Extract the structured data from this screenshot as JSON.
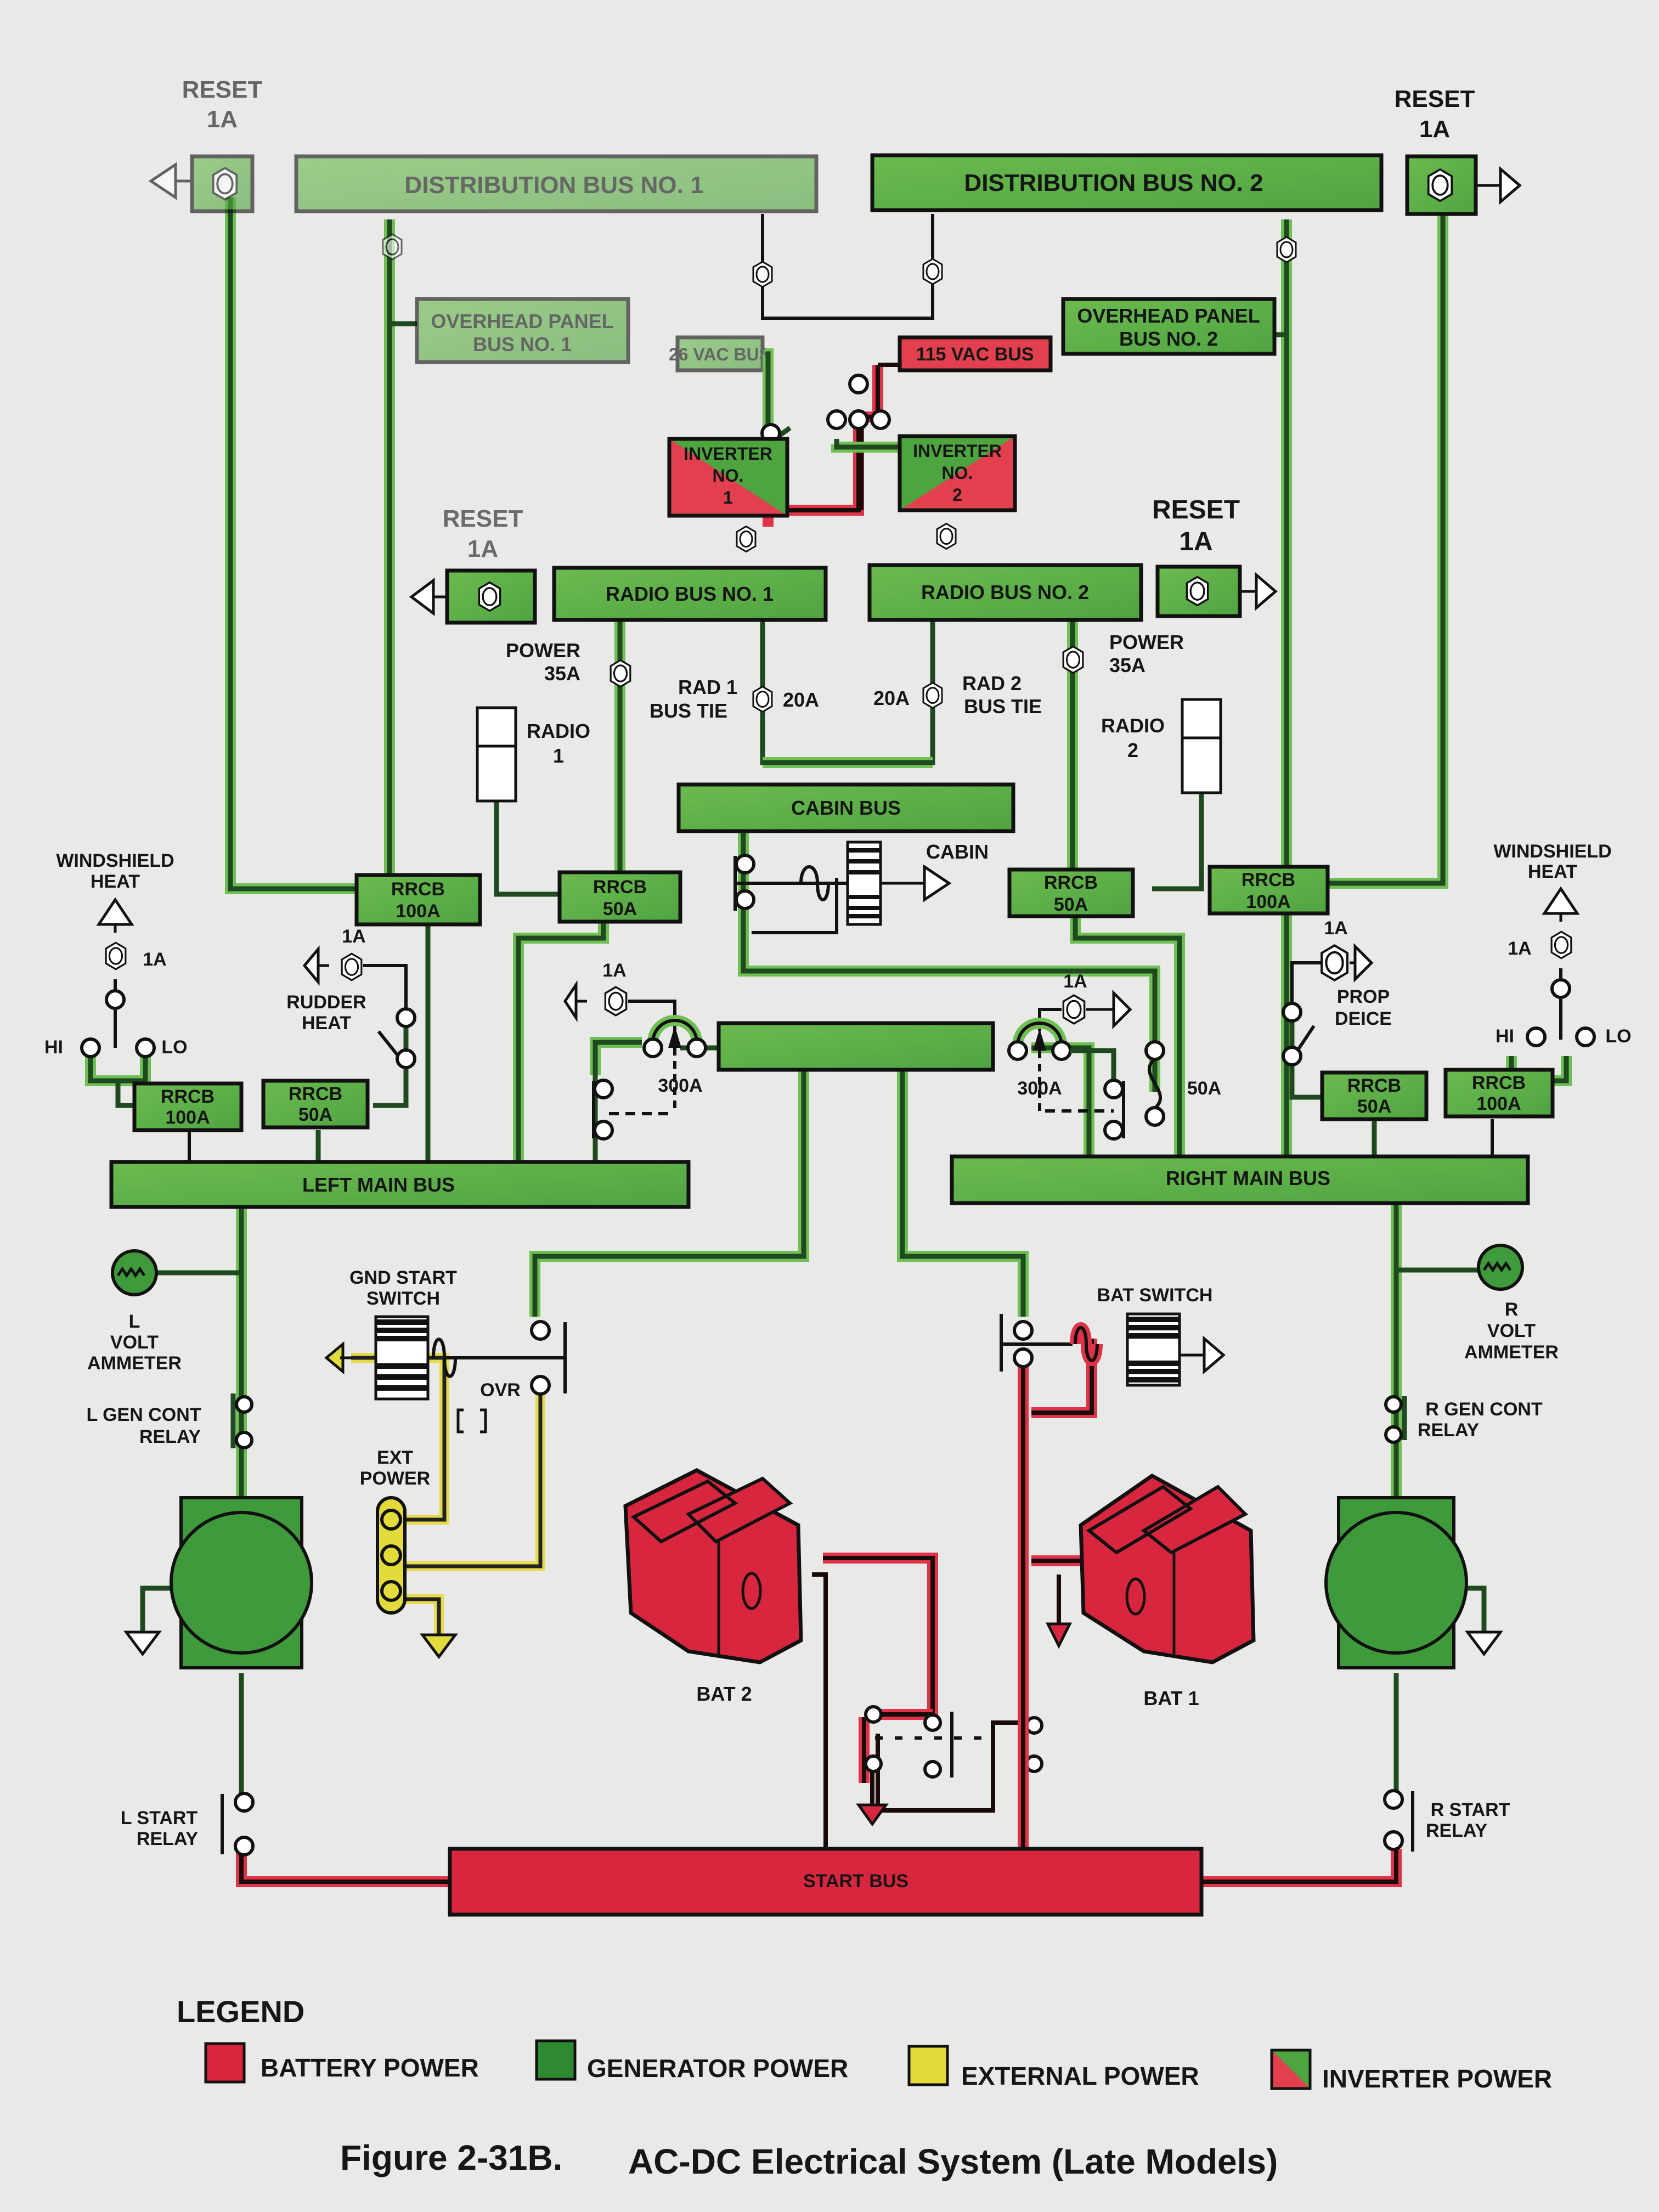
{
  "colors": {
    "generator": "#3f9a3c",
    "generator_light": "#63b34a",
    "battery": "#d8263e",
    "external": "#e3db3c",
    "background": "#e9e9e7",
    "text": "#161616"
  },
  "top": {
    "reset_left": {
      "line1": "RESET",
      "line2": "1A"
    },
    "reset_right": {
      "line1": "RESET",
      "line2": "1A"
    },
    "dist_bus_1": "DISTRIBUTION BUS NO. 1",
    "dist_bus_2": "DISTRIBUTION BUS NO. 2",
    "overhead_1": {
      "line1": "OVERHEAD PANEL",
      "line2": "BUS NO. 1"
    },
    "overhead_2": {
      "line1": "OVERHEAD PANEL",
      "line2": "BUS NO. 2"
    },
    "vac26_bus": "26 VAC BUS",
    "vac115_bus": "115 VAC BUS",
    "inverter_1": {
      "line1": "INVERTER",
      "line2": "NO.",
      "line3": "1"
    },
    "inverter_2": {
      "line1": "INVERTER",
      "line2": "NO.",
      "line3": "2"
    }
  },
  "radio": {
    "reset_left": {
      "line1": "RESET",
      "line2": "1A"
    },
    "reset_right": {
      "line1": "RESET",
      "line2": "1A"
    },
    "radio_bus_1": "RADIO BUS NO. 1",
    "radio_bus_2": "RADIO BUS NO. 2",
    "power_left": {
      "line1": "POWER",
      "line2": "35A"
    },
    "power_right": {
      "line1": "POWER",
      "line2": "35A"
    },
    "rad1_tie": {
      "line1": "RAD 1",
      "line2": "BUS TIE",
      "amps": "20A"
    },
    "rad2_tie": {
      "line1": "RAD 2",
      "line2": "BUS TIE",
      "amps": "20A"
    },
    "radio_1": {
      "line1": "RADIO",
      "line2": "1"
    },
    "radio_2": {
      "line1": "RADIO",
      "line2": "2"
    }
  },
  "cabin": {
    "bus": "CABIN BUS",
    "switch_label": "CABIN"
  },
  "rrcb": {
    "left_upper_100": {
      "line1": "RRCB",
      "line2": "100A"
    },
    "left_upper_50": {
      "line1": "RRCB",
      "line2": "50A"
    },
    "right_upper_50": {
      "line1": "RRCB",
      "line2": "50A"
    },
    "right_upper_100": {
      "line1": "RRCB",
      "line2": "100A"
    },
    "left_lower_100": {
      "line1": "RRCB",
      "line2": "100A"
    },
    "left_lower_50": {
      "line1": "RRCB",
      "line2": "50A"
    },
    "right_lower_50": {
      "line1": "RRCB",
      "line2": "50A"
    },
    "right_lower_100": {
      "line1": "RRCB",
      "line2": "100A"
    }
  },
  "heat": {
    "windshield_left": {
      "line1": "WINDSHIELD",
      "line2": "HEAT",
      "amps": "1A",
      "hi": "HI",
      "lo": "LO"
    },
    "windshield_right": {
      "line1": "WINDSHIELD",
      "line2": "HEAT",
      "amps": "1A",
      "hi": "HI",
      "lo": "LO"
    },
    "rudder": {
      "line1": "RUDDER",
      "line2": "HEAT",
      "amps": "1A"
    },
    "prop": {
      "line1": "PROP",
      "line2": "DEICE",
      "amps": "1A"
    }
  },
  "center": {
    "left_300": "300A",
    "right_300": "300A",
    "left_1a": "1A",
    "right_1a": "1A",
    "right_50": "50A"
  },
  "main": {
    "left_bus": "LEFT MAIN BUS",
    "right_bus": "RIGHT MAIN BUS"
  },
  "lower": {
    "l_volt": {
      "line1": "L",
      "line2": "VOLT",
      "line3": "AMMETER"
    },
    "r_volt": {
      "line1": "R",
      "line2": "VOLT",
      "line3": "AMMETER"
    },
    "l_gen_relay": {
      "line1": "L GEN CONT",
      "line2": "RELAY"
    },
    "r_gen_relay": {
      "line1": "R GEN CONT",
      "line2": "RELAY"
    },
    "gnd_start": {
      "line1": "GND START",
      "line2": "SWITCH"
    },
    "ovr": "OVR",
    "ext_power": {
      "line1": "EXT",
      "line2": "POWER"
    },
    "bat_switch": "BAT SWITCH",
    "bat_2": "BAT 2",
    "bat_1": "BAT 1",
    "l_start_relay": {
      "line1": "L START",
      "line2": "RELAY"
    },
    "r_start_relay": {
      "line1": "R START",
      "line2": "RELAY"
    },
    "start_bus": "START BUS"
  },
  "legend": {
    "title": "LEGEND",
    "items": [
      {
        "label": "BATTERY POWER",
        "swatch": "battery"
      },
      {
        "label": "GENERATOR POWER",
        "swatch": "generator"
      },
      {
        "label": "EXTERNAL POWER",
        "swatch": "external"
      },
      {
        "label": "INVERTER POWER",
        "swatch": "inverter"
      }
    ]
  },
  "caption": {
    "figure": "Figure 2-31B.",
    "title": "AC-DC Electrical System (Late Models)"
  }
}
